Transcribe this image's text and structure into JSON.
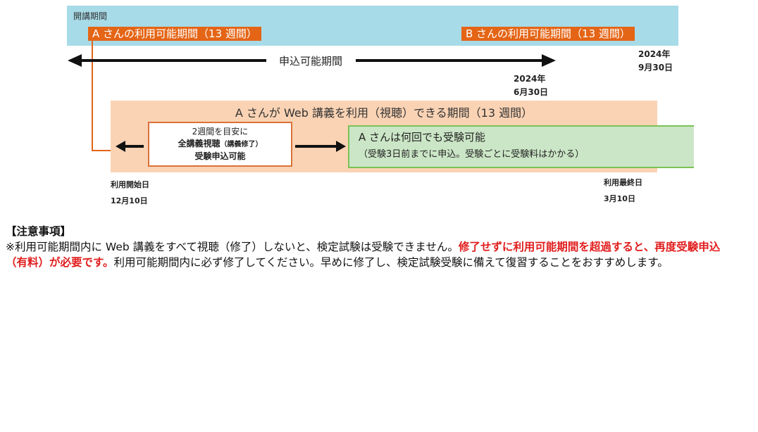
{
  "band": {
    "label": "開講期間",
    "a_period": "A さんの利用可能期間（13 週間）",
    "b_period": "B さんの利用可能期間（13 週間）"
  },
  "application_period": {
    "label": "申込可能期間"
  },
  "dates": {
    "sep_year": "2024年",
    "sep_day": "9月30日",
    "jun_year": "2024年",
    "jun_day": "6月30日",
    "start_label": "利用開始日",
    "start_date": "12月10日",
    "end_label": "利用最終日",
    "end_date": "3月10日"
  },
  "viewing_period": {
    "title": "A さんが Web 講義を利用（視聴）できる期間（13 週間）",
    "box_line1": "2週間を目安に",
    "box_line2_main": "全講義視聴",
    "box_line2_sub": "（講義修了）",
    "box_line3": "受験申込可能",
    "green_line1": "A さんは何回でも受験可能",
    "green_line2": "（受験3日前までに申込。受験ごとに受験料はかかる）"
  },
  "notes": {
    "heading": "【注意事項】",
    "text1": "※利用可能期間内に Web 講義をすべて視聴（修了）しないと、検定試験は受験できません。",
    "text_red": "修了せずに利用可能期間を超過すると、再度受験申込（有料）が必要です。",
    "text2": "利用可能期間内に必ず修了してください。早めに修了し、検定試験受験に備えて復習することをおすすめします。"
  },
  "colors": {
    "band": "#a7dbe7",
    "orange": "#e46516",
    "peach": "#fad3b4",
    "green_fill": "#cbe6c6",
    "green_border": "#7ac255",
    "red_text": "#e11d1d"
  }
}
